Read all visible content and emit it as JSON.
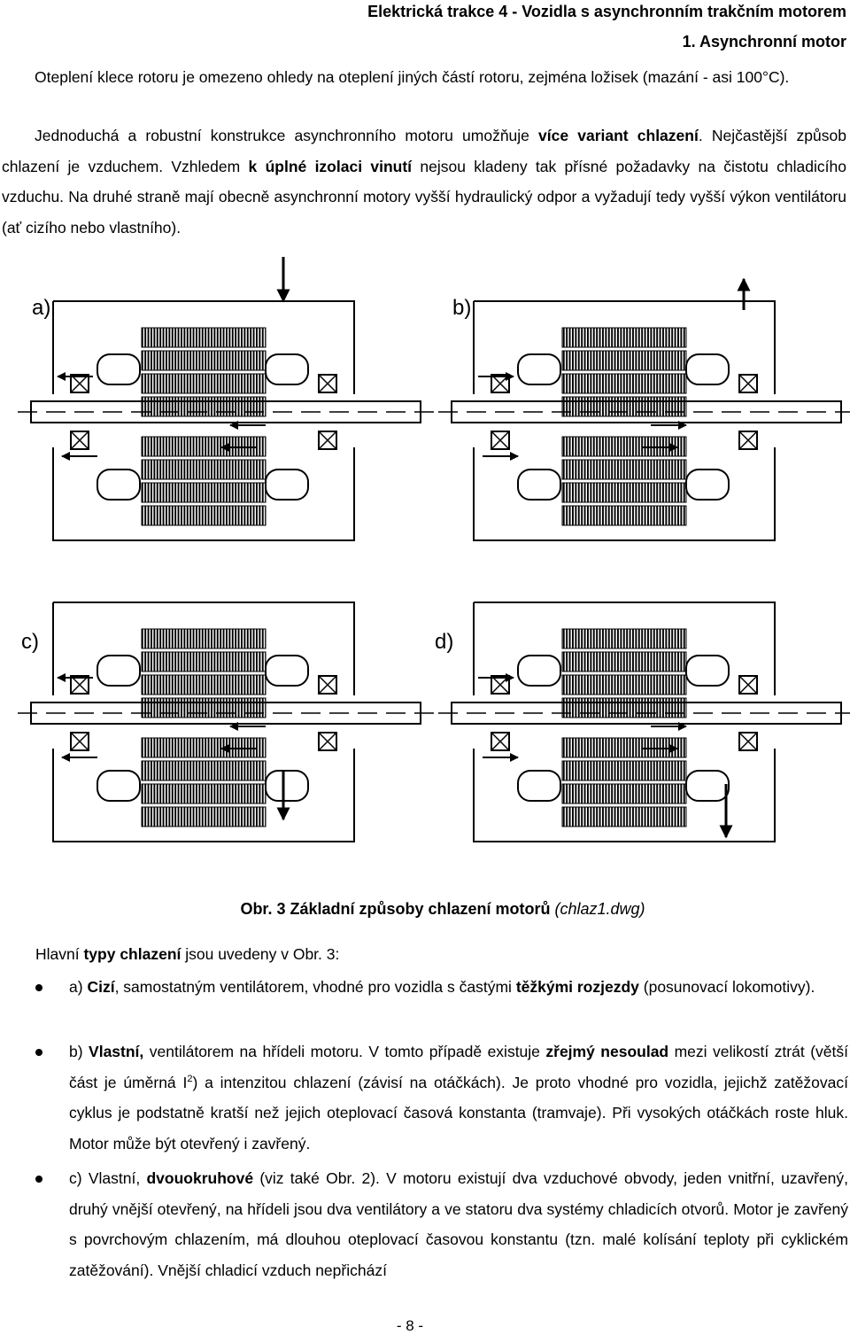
{
  "header": {
    "chapter": "Elektrická trakce 4 - Vozidla s asynchronním trakčním motorem",
    "section": "1. Asynchronní motor"
  },
  "para1": "Oteplení klece rotoru je omezeno ohledy na oteplení jiných částí rotoru, zejména ložisek (mazání - asi 100°C).",
  "para2": {
    "t1": "Jednoduchá a robustní konstrukce asynchronního motoru umožňuje ",
    "b1": "více variant chlazení",
    "t2": ". Nejčastější způsob chlazení je vzduchem. Vzhledem ",
    "b2": "k úplné izolaci vinutí",
    "t3": " nejsou kladeny tak přísné požadavky na čistotu chladicího vzduchu. Na druhé straně mají obecně asynchronní motory vyšší hydraulický odpor a vyžadují tedy vyšší výkon ventilátoru (ať cizího nebo vlastního)."
  },
  "figure": {
    "labels": [
      "a)",
      "b)",
      "c)",
      "d)"
    ]
  },
  "caption": {
    "text": "Obr. 3 Základní způsoby chlazení motorů ",
    "ref": "(chlaz1.dwg)"
  },
  "intro": {
    "t1": "Hlavní ",
    "b1": "typy chlazení",
    "t2": " jsou uvedeny v Obr. 3:"
  },
  "list": {
    "a": {
      "t1": "a) ",
      "b1": "Cizí",
      "t2": ", samostatným ventilátorem, vhodné pro vozidla s častými ",
      "b2": "těžkými rozjezdy",
      "t3": " (posunovací lokomotivy)."
    },
    "b": {
      "t1": "b) ",
      "b1": "Vlastní,",
      "t2": " ventilátorem na hřídeli motoru. V tomto případě existuje ",
      "b2": "zřejmý nesoulad",
      "t3": " mezi velikostí ztrát (větší část je úměrná I",
      "sup": "2",
      "t4": ") a intenzitou chlazení (závisí na otáčkách). Je proto vhodné pro vozidla, jejichž zatěžovací cyklus je podstatně kratší než jejich oteplovací časová konstanta (tramvaje). Při vysokých otáčkách roste hluk. Motor může být otevřený i zavřený."
    },
    "c": {
      "t1": "c) Vlastní, ",
      "b1": "dvouokruhové",
      "t2": " (viz také Obr. 2). V motoru existují dva vzduchové obvody, jeden vnitřní, uzavřený, druhý vnější otevřený, na hřídeli jsou dva ventilátory a ve statoru dva systémy chladicích otvorů. Motor je zavřený s povrchovým chlazením, má dlouhou oteplovací časovou konstantu (tzn. malé kolísání teploty při cyklickém zatěžování). Vnější chladicí vzduch nepřichází"
    }
  },
  "page_number": "- 8 -"
}
